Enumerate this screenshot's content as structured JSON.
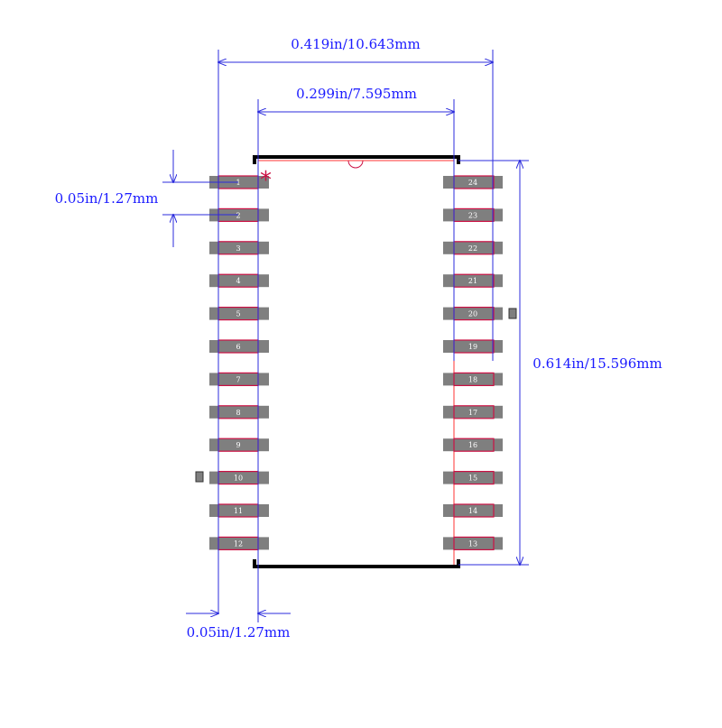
{
  "dimensions": {
    "overall_width": "0.419in/10.643mm",
    "body_width": "0.299in/7.595mm",
    "pitch": "0.05in/1.27mm",
    "overall_height": "0.614in/15.596mm",
    "pad_width": "0.05in/1.27mm"
  },
  "pins": {
    "left": [
      "1",
      "2",
      "3",
      "4",
      "5",
      "6",
      "7",
      "8",
      "9",
      "10",
      "11",
      "12"
    ],
    "right": [
      "24",
      "23",
      "22",
      "21",
      "20",
      "19",
      "18",
      "17",
      "16",
      "15",
      "14",
      "13"
    ]
  },
  "colors": {
    "dimension": "#2b2bdd",
    "pad": "#7f7f7f",
    "pad_outline": "#cc1144",
    "silkscreen": "#000000",
    "pin1_marker": "#cc1144"
  }
}
